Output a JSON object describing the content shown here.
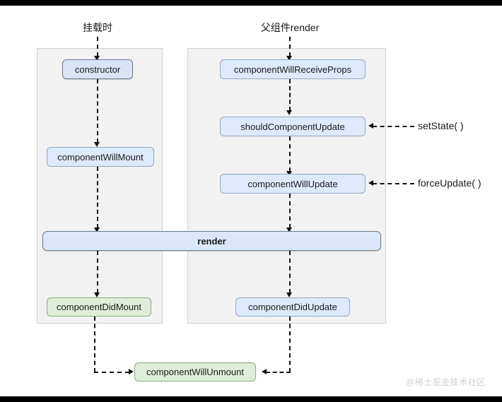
{
  "diagram": {
    "title_left_phase": "挂载时",
    "title_right_phase": "父组件render",
    "watermark": "@稀土掘金技术社区",
    "colors": {
      "node_blue_fill": "#d9e4f7",
      "node_blue_border": "#6b7b90",
      "node_lightblue_fill": "#ddeafc",
      "node_lightblue_border": "#8fa8c8",
      "node_green_fill": "#dfeeda",
      "node_green_border": "#8bab7e",
      "panel_fill": "#f2f2f2",
      "panel_border": "#d0d0d0",
      "connector": "#111111",
      "watermark": "#d0d0d0"
    }
  },
  "mount_phase": {
    "label": "挂载时",
    "nodes": [
      {
        "id": "constructor",
        "label": "constructor",
        "style": "blue"
      },
      {
        "id": "componentWillMount",
        "label": "componentWillMount",
        "style": "lightblue"
      },
      {
        "id": "componentDidMount",
        "label": "componentDidMount",
        "style": "green"
      }
    ]
  },
  "update_phase": {
    "label": "父组件render",
    "nodes": [
      {
        "id": "componentWillReceiveProps",
        "label": "componentWillReceiveProps",
        "style": "lightblue"
      },
      {
        "id": "shouldComponentUpdate",
        "label": "shouldComponentUpdate",
        "style": "lightblue"
      },
      {
        "id": "componentWillUpdate",
        "label": "componentWillUpdate",
        "style": "lightblue"
      },
      {
        "id": "componentDidUpdate",
        "label": "componentDidUpdate",
        "style": "lightblue"
      }
    ]
  },
  "shared": {
    "render": {
      "id": "render",
      "label": "render",
      "style": "render-bar"
    }
  },
  "unmount_phase": {
    "nodes": [
      {
        "id": "componentWillUnmount",
        "label": "componentWillUnmount",
        "style": "green"
      }
    ]
  },
  "triggers": [
    {
      "id": "setState",
      "label": "setState( )",
      "targets": "shouldComponentUpdate"
    },
    {
      "id": "forceUpdate",
      "label": "forceUpdate( )",
      "targets": "componentWillUpdate"
    }
  ]
}
